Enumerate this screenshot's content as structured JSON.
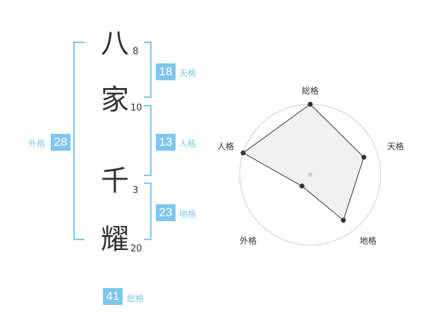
{
  "name": {
    "chars": [
      {
        "char": "八",
        "strokes": "8"
      },
      {
        "char": "家",
        "strokes": "10"
      },
      {
        "char": "千",
        "strokes": "3"
      },
      {
        "char": "耀",
        "strokes": "20"
      }
    ]
  },
  "fortunes": {
    "tenkaku": {
      "value": "18",
      "label": "天格"
    },
    "jinkaku": {
      "value": "13",
      "label": "人格"
    },
    "chikaku": {
      "value": "23",
      "label": "地格"
    },
    "gaikaku": {
      "value": "28",
      "label": "外格"
    },
    "soukaku": {
      "value": "41",
      "label": "総格"
    }
  },
  "radar": {
    "axes": [
      "総格",
      "天格",
      "地格",
      "外格",
      "人格"
    ],
    "levels": [
      5,
      4,
      4,
      1,
      5
    ],
    "max": 5,
    "colors": {
      "grid": "#cccccc",
      "fill": "#eeeeee",
      "line": "#333333",
      "center": "#cccccc"
    }
  },
  "colors": {
    "accent": "#7fc6f0",
    "text": "#333333"
  }
}
